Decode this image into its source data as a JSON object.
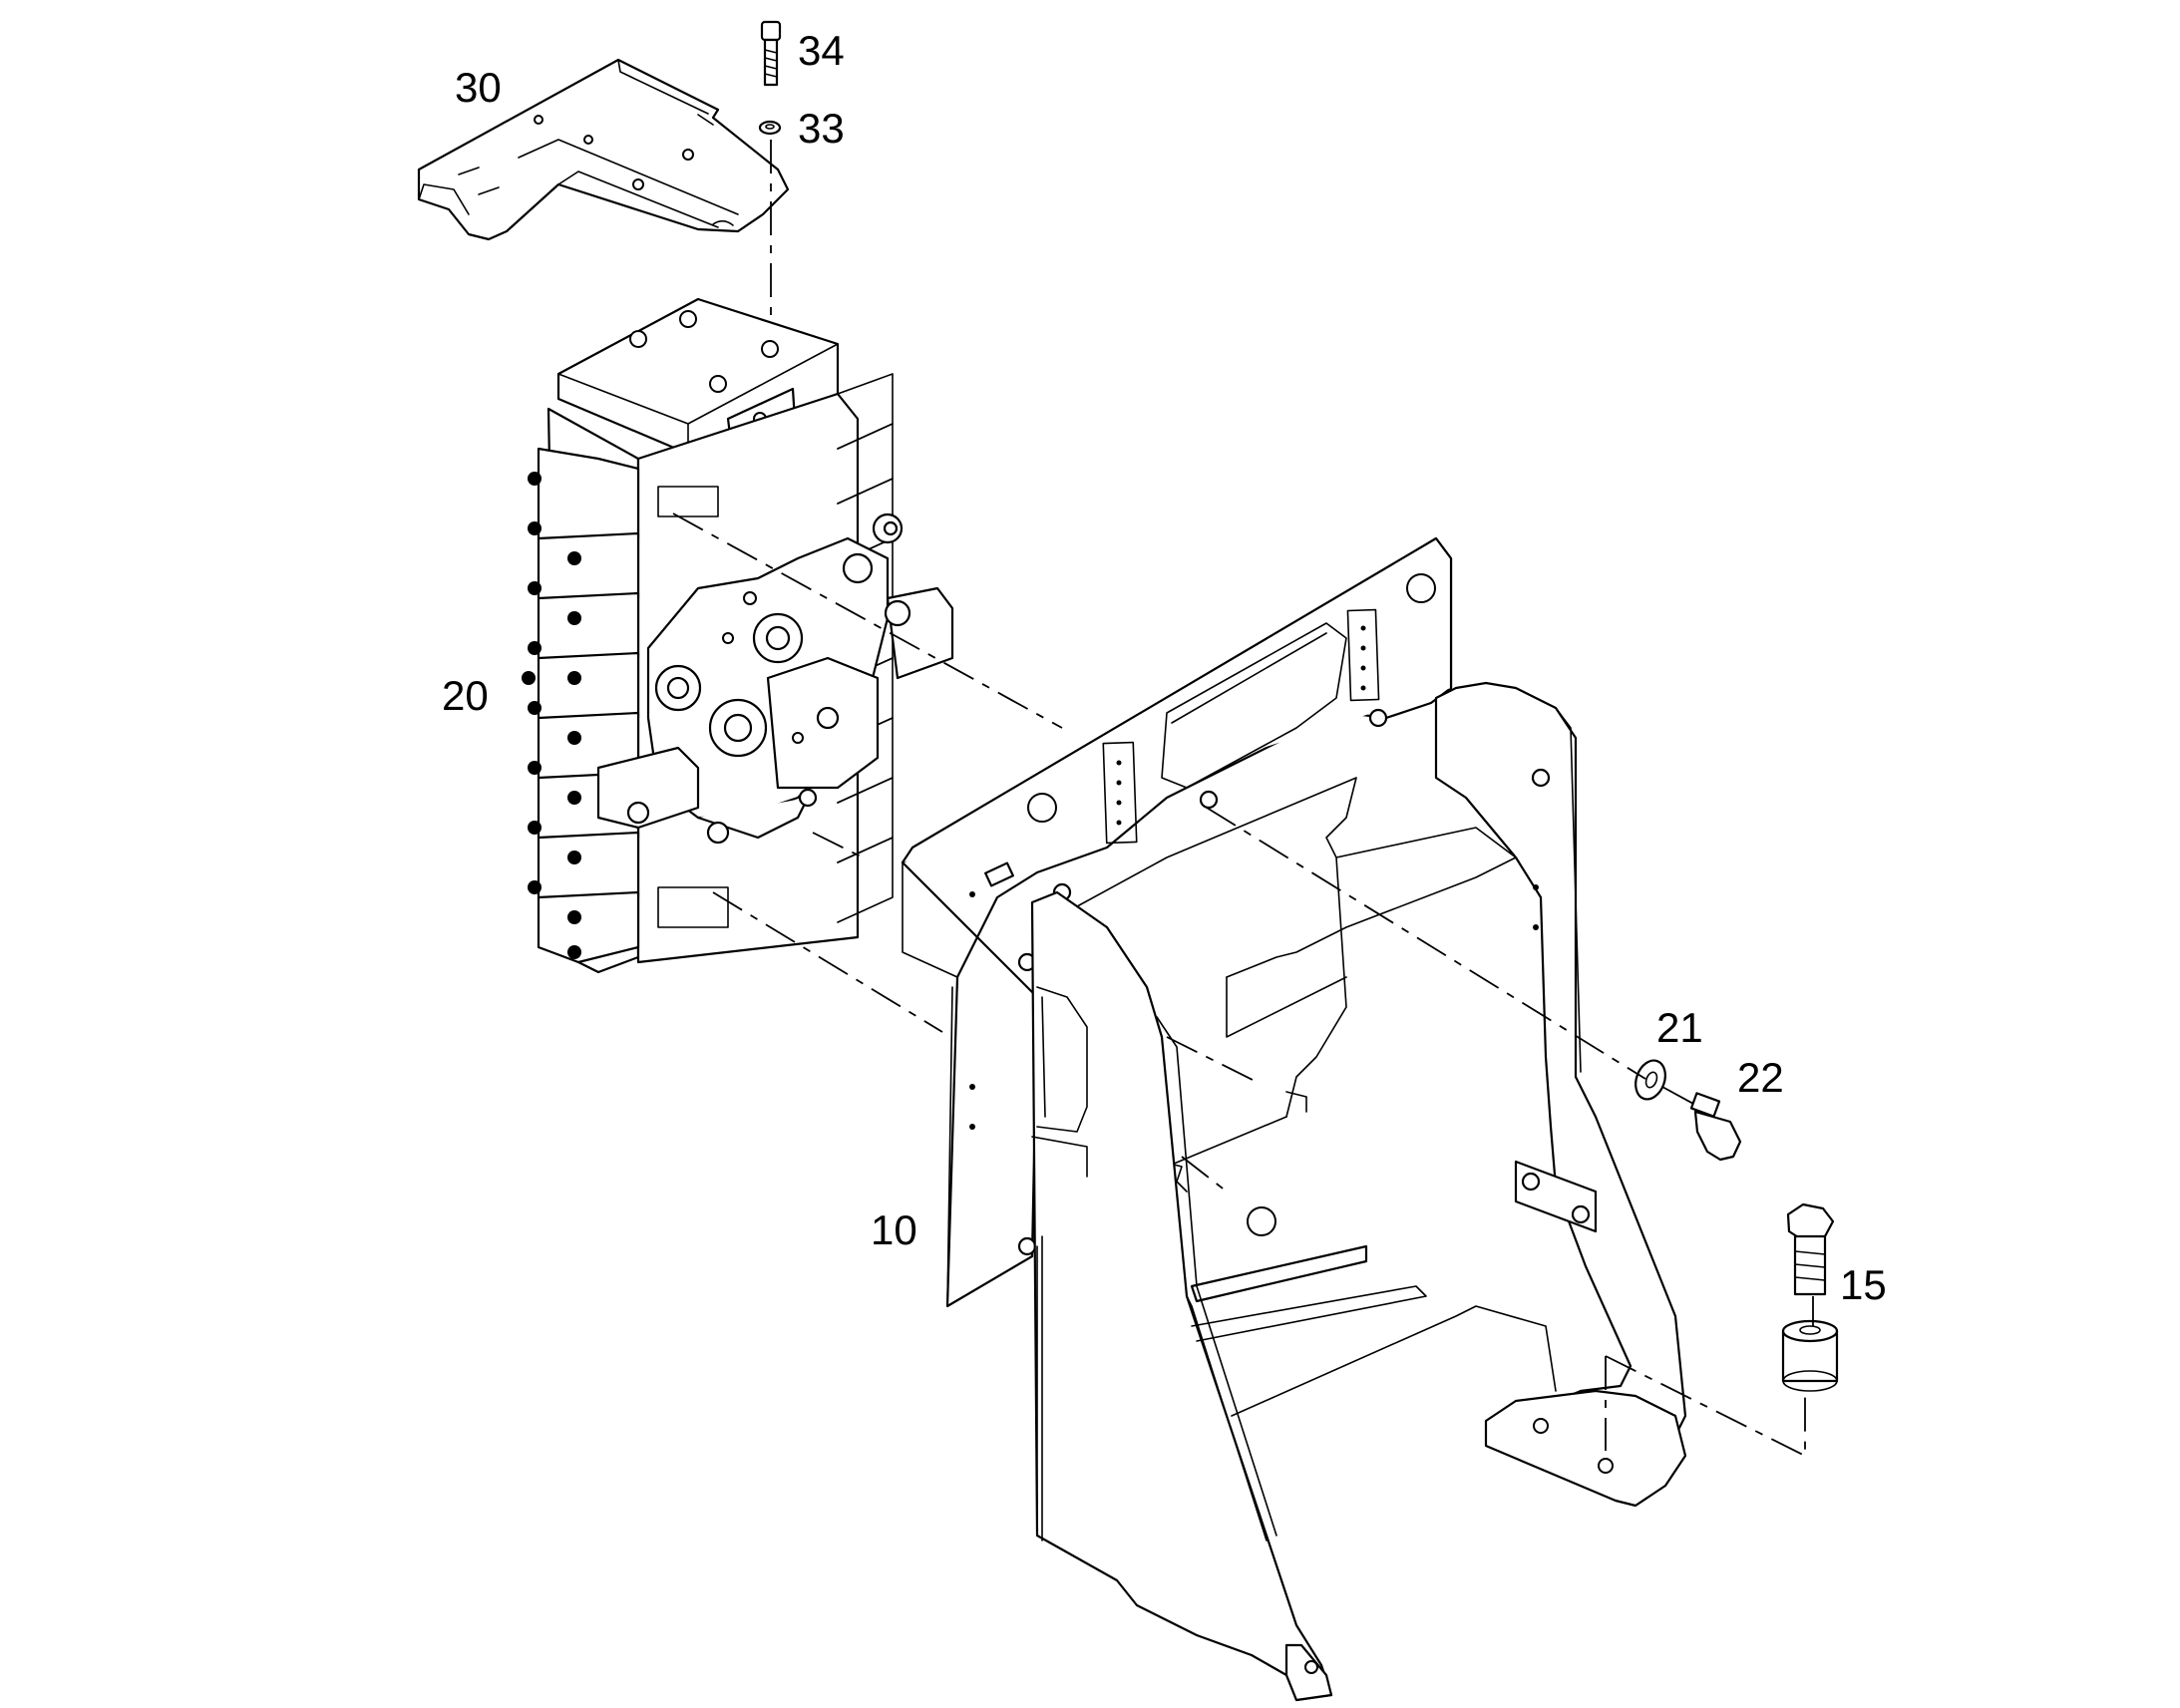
{
  "diagram": {
    "callouts": [
      {
        "id": "label-34",
        "text": "34"
      },
      {
        "id": "label-33",
        "text": "33"
      },
      {
        "id": "label-30",
        "text": "30"
      },
      {
        "id": "label-20",
        "text": "20"
      },
      {
        "id": "label-21",
        "text": "21"
      },
      {
        "id": "label-22",
        "text": "22"
      },
      {
        "id": "label-10",
        "text": "10"
      },
      {
        "id": "label-15",
        "text": "15"
      }
    ],
    "line_color": "#000000",
    "background": "#ffffff"
  }
}
